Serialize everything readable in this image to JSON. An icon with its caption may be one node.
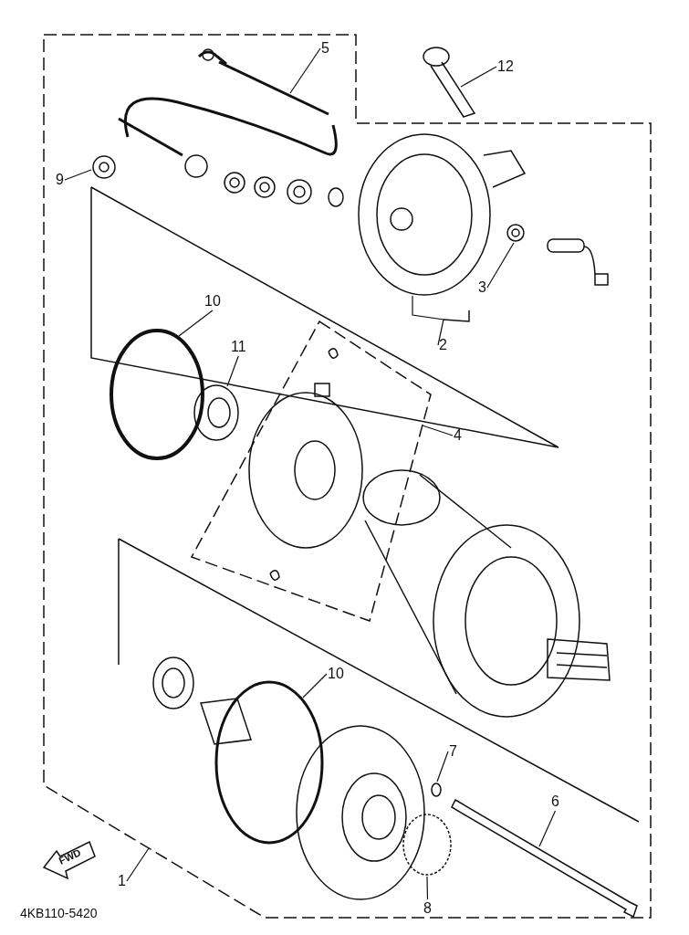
{
  "diagram": {
    "nodes": [
      {
        "text": [],
        "shape": "box"
      },
      {
        "text": [
          "5"
        ],
        "in": 0
      },
      {
        "text": [
          "12"
        ]
      },
      {
        "text": [
          "9"
        ],
        "in": 0
      },
      {
        "text": [
          "3"
        ],
        "in": 0
      },
      {
        "text": [
          "2"
        ],
        "in": 0
      },
      {
        "text": [
          "10"
        ],
        "in": 0
      },
      {
        "text": [
          "11"
        ],
        "in": 0
      },
      {
        "text": [],
        "shape": "box",
        "in": 0
      },
      {
        "text": [
          "4"
        ],
        "in": 0
      },
      {
        "text": [
          "10"
        ],
        "in": 0
      },
      {
        "text": [
          "7"
        ],
        "in": 0
      },
      {
        "text": [
          "6"
        ],
        "in": 0
      },
      {
        "text": [
          "8"
        ],
        "in": 0
      },
      {
        "text": [
          "1"
        ]
      },
      {
        "text": [],
        "shape": "picture",
        "in": 0
      },
      {
        "text": [],
        "shape": "picture"
      },
      {
        "text": [],
        "shape": "picture",
        "in": 0
      },
      {
        "text": [],
        "shape": "picture",
        "in": 0
      },
      {
        "text": [],
        "shape": "picture",
        "in": 0
      },
      {
        "text": [],
        "shape": "circle",
        "in": 0
      },
      {
        "text": [],
        "shape": "picture",
        "in": 0
      },
      {
        "text": [],
        "shape": "circle",
        "in": 0
      },
      {
        "text": [],
        "shape": "circle",
        "in": 0
      },
      {
        "text": [],
        "shape": "picture",
        "in": 0
      },
      {
        "text": [],
        "shape": "circle",
        "in": 0
      }
    ],
    "edges": [
      {
        "from": 1,
        "to": 15,
        "arrow": "none"
      },
      {
        "from": 2,
        "to": 16,
        "arrow": "none"
      },
      {
        "from": 3,
        "to": 17,
        "arrow": "none"
      },
      {
        "from": 4,
        "to": 18,
        "arrow": "none"
      },
      {
        "from": 5,
        "to": 19,
        "arrow": "none"
      },
      {
        "from": 6,
        "to": 20,
        "arrow": "none"
      },
      {
        "from": 7,
        "to": 21,
        "arrow": "none"
      },
      {
        "from": 9,
        "to": 8,
        "arrow": "none"
      },
      {
        "from": 10,
        "to": 22,
        "arrow": "none"
      },
      {
        "from": 11,
        "to": 23,
        "arrow": "none"
      },
      {
        "from": 12,
        "to": 24,
        "arrow": "none"
      },
      {
        "from": 13,
        "to": 25,
        "arrow": "none"
      },
      {
        "from": 14,
        "to": 0,
        "arrow": "none"
      }
    ],
    "labels": [
      "FWD",
      "4KB110-5420"
    ]
  }
}
